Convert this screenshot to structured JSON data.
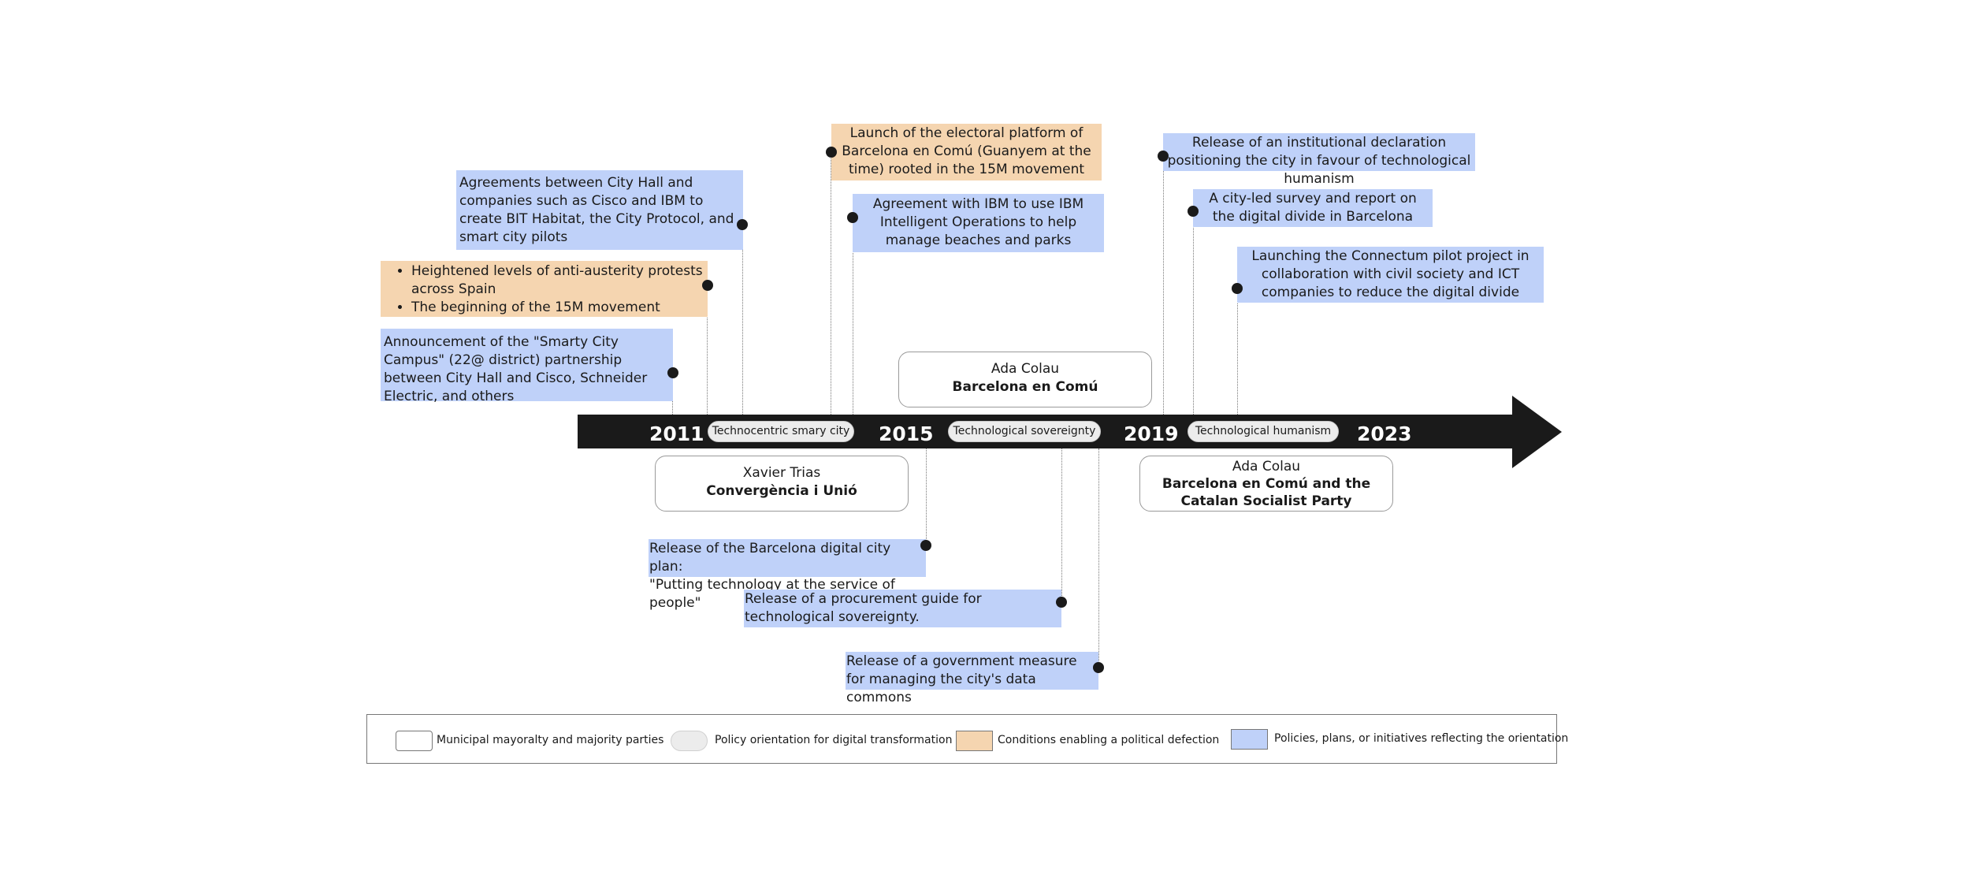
{
  "timeline": {
    "years": [
      "2011",
      "2015",
      "2019",
      "2023"
    ],
    "orientations": [
      "Technocentric smary city",
      "Technological sovereignty",
      "Technological humanism"
    ]
  },
  "mayors": [
    {
      "name": "Xavier Trias",
      "party": "Convergència i Unió"
    },
    {
      "name": "Ada Colau",
      "party": "Barcelona en Comú"
    },
    {
      "name": "Ada Colau",
      "party": "Barcelona en Comú and the Catalan Socialist Party"
    }
  ],
  "events_above": [
    {
      "type": "policy",
      "text": "Announcement of the \"Smarty City Campus\" (22@ district) partnership between City Hall and Cisco, Schneider Electric, and others"
    },
    {
      "type": "condition",
      "bullets": [
        "Heightened levels of anti-austerity protests across Spain",
        "The beginning of the 15M movement"
      ]
    },
    {
      "type": "policy",
      "text": "Agreements between City Hall and companies such as Cisco and IBM to create BIT Habitat, the City Protocol, and smart city pilots"
    },
    {
      "type": "condition",
      "text": "Launch of the electoral platform of Barcelona en Comú (Guanyem at the time) rooted in the 15M movement"
    },
    {
      "type": "policy",
      "text": "Agreement with IBM to use IBM Intelligent Operations to help manage beaches and parks"
    },
    {
      "type": "policy",
      "text": "Release of an institutional declaration positioning the city in favour of technological humanism"
    },
    {
      "type": "policy",
      "text": "A city-led survey and report on the digital divide in Barcelona"
    },
    {
      "type": "policy",
      "text": "Launching the Connectum pilot project in collaboration with civil society and ICT companies to reduce the digital divide"
    }
  ],
  "events_below": [
    {
      "type": "policy",
      "line1": "Release of the Barcelona digital city plan:",
      "line2": "\"Putting technology at the service of people\""
    },
    {
      "type": "policy",
      "text": "Release of a procurement guide for technological sovereignty."
    },
    {
      "type": "policy",
      "text": "Release of a government measure for managing the city's data commons"
    }
  ],
  "legend": {
    "mayoralty": "Municipal mayoralty and majority parties",
    "orientation": "Policy orientation for digital transformation",
    "conditions": "Conditions enabling a political defection",
    "policies": "Policies, plans, or initiatives reflecting the orientation"
  },
  "colors": {
    "policy_fill": "#bfd1f9",
    "condition_fill": "#f5d5b0",
    "orientation_fill": "#ececec",
    "timeline_bar": "#1a1a1a"
  }
}
